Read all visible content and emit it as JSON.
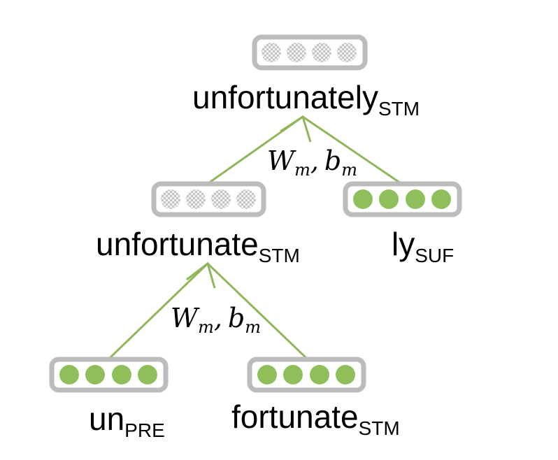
{
  "colors": {
    "edge": "#8fb75a",
    "filled_dot": "#8fbf5a",
    "box_border": "#bcbcbc",
    "checker_dark": "#c4c4c4",
    "checker_light": "#f2f2f2"
  },
  "nodes": {
    "top": {
      "word": "unfortunately",
      "tag": "STM",
      "vector": "checkered"
    },
    "mid_left": {
      "word": "unfortunate",
      "tag": "STM",
      "vector": "checkered"
    },
    "mid_right": {
      "word": "ly",
      "tag": "SUF",
      "vector": "filled"
    },
    "bottom_left": {
      "word": "un",
      "tag": "PRE",
      "vector": "filled"
    },
    "bottom_right": {
      "word": "fortunate",
      "tag": "STM",
      "vector": "filled"
    }
  },
  "edge_labels": {
    "upper": {
      "w": "W",
      "w_sub": "m",
      "sep": ",",
      "b": "b",
      "b_sub": "m"
    },
    "lower": {
      "w": "W",
      "w_sub": "m",
      "sep": ",",
      "b": "b",
      "b_sub": "m"
    }
  }
}
